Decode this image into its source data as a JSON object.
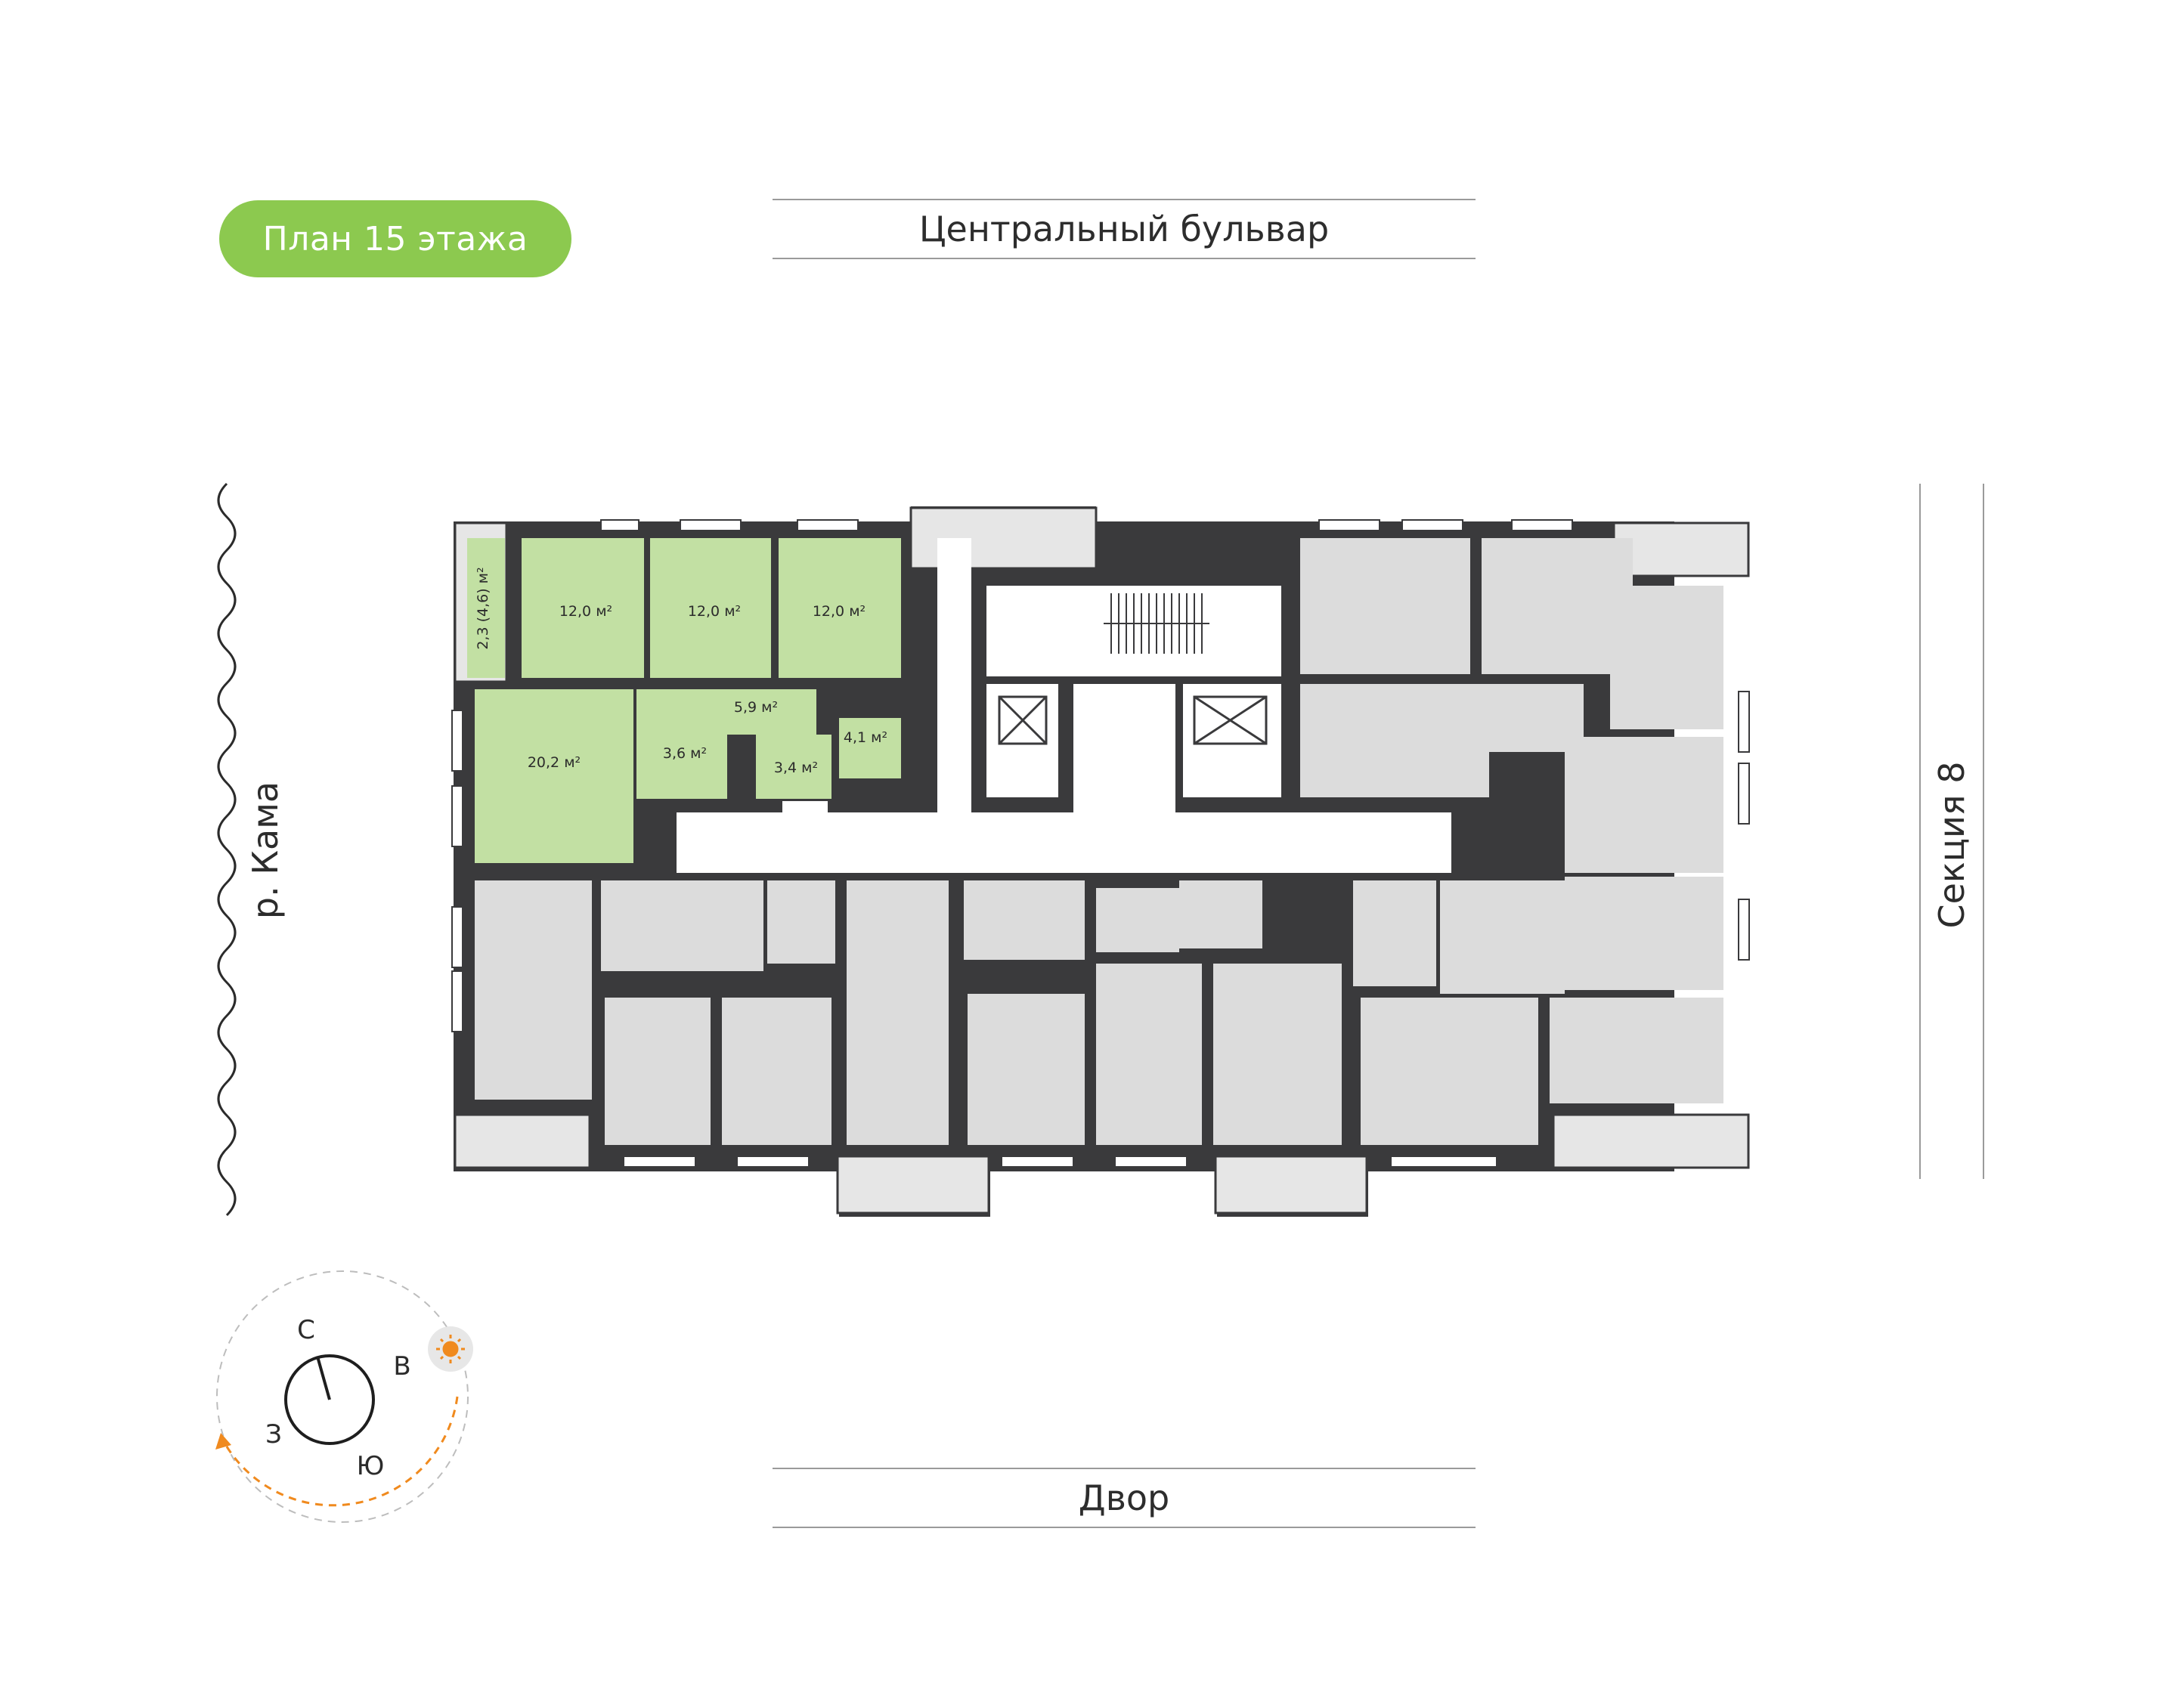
{
  "header": {
    "floor_title": "План 15 этажа"
  },
  "streets": {
    "north": "Центральный бульвар",
    "south": "Двор"
  },
  "sides": {
    "west": "р. Кама",
    "east": "Секция 8"
  },
  "apartment": {
    "highlight_color": "#c2e0a3",
    "rooms": [
      {
        "id": "balcony",
        "area": "2,3 (4,6) м²"
      },
      {
        "id": "bedroom-1",
        "area": "12,0 м²"
      },
      {
        "id": "bedroom-2",
        "area": "12,0 м²"
      },
      {
        "id": "bedroom-3",
        "area": "12,0 м²"
      },
      {
        "id": "living",
        "area": "20,2 м²"
      },
      {
        "id": "hall",
        "area": "5,9 м²"
      },
      {
        "id": "bath-1",
        "area": "3,6 м²"
      },
      {
        "id": "corridor",
        "area": "3,4 м²"
      },
      {
        "id": "bath-2",
        "area": "4,1 м²"
      }
    ]
  },
  "compass": {
    "north": "С",
    "east": "В",
    "south": "Ю",
    "west": "З",
    "sun_icon": "sun-icon",
    "orbit_color": "#f08a1e"
  },
  "colors": {
    "accent": "#8cc94f",
    "wall": "#3a3a3c",
    "apartment_fill": "#dcdcdc"
  }
}
